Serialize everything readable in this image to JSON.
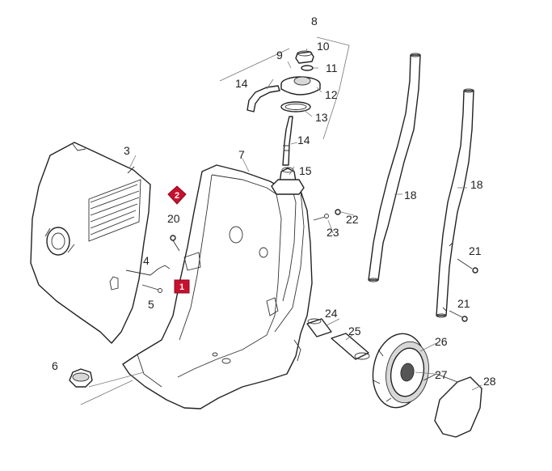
{
  "labels": {
    "p1": "1",
    "p2": "2",
    "p3": "3",
    "p4": "4",
    "p5": "5",
    "p6": "6",
    "p7": "7",
    "p8": "8",
    "p9": "9",
    "p10": "10",
    "p11": "11",
    "p12": "12",
    "p13": "13",
    "p14a": "14",
    "p14b": "14",
    "p15": "15",
    "p18a": "18",
    "p18b": "18",
    "p20": "20",
    "p21a": "21",
    "p21b": "21",
    "p22": "22",
    "p23": "23",
    "p24": "24",
    "p25": "25",
    "p26": "26",
    "p27": "27",
    "p28": "28"
  },
  "colors": {
    "callout": "#c8102e",
    "line": "#222222",
    "leader": "#777777"
  }
}
